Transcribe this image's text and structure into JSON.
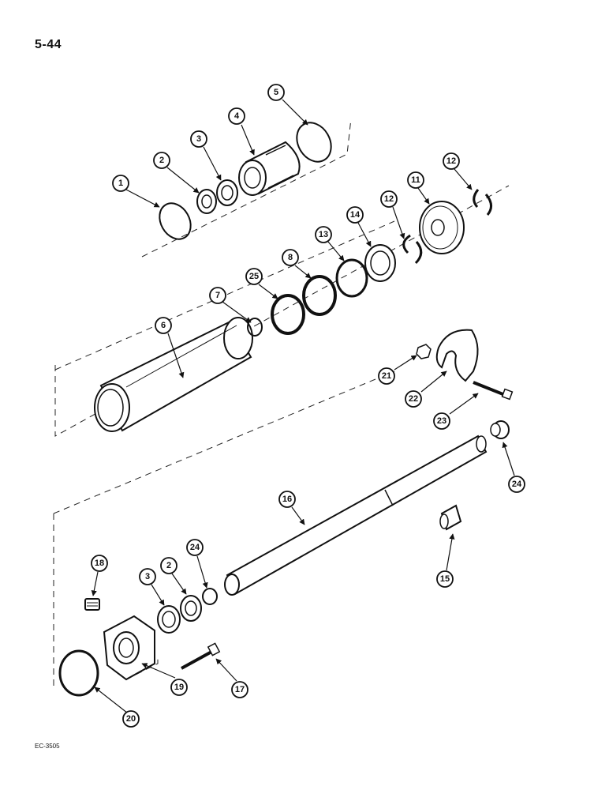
{
  "page": {
    "number": "5-44",
    "figure_code": "EC-3505"
  },
  "callouts": [
    "1",
    "2",
    "3",
    "4",
    "5",
    "6",
    "7",
    "25",
    "8",
    "13",
    "14",
    "12",
    "12",
    "11",
    "21",
    "22",
    "23",
    "24",
    "16",
    "15",
    "18",
    "3",
    "2",
    "24",
    "19",
    "20",
    "17"
  ]
}
